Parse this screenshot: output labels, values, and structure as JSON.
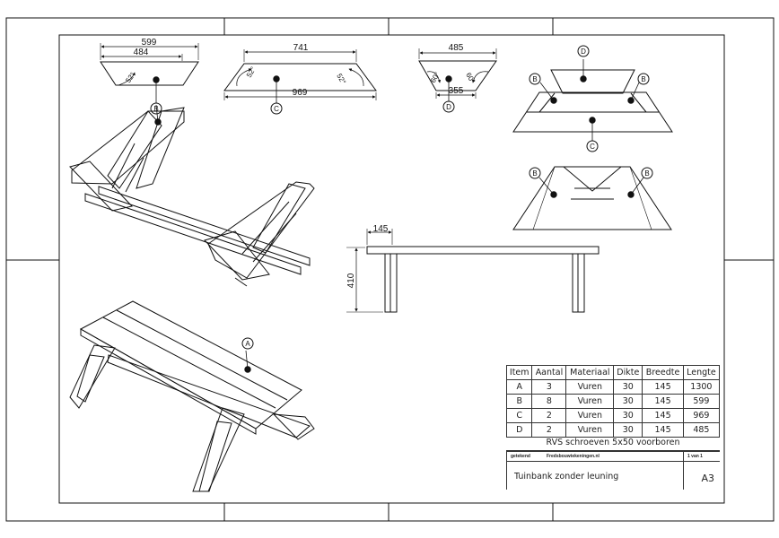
{
  "dimensions": {
    "bench_top_width": "599",
    "bench_top_inner": "484",
    "bench_top_angle": "52°",
    "leg_top": "741",
    "leg_bottom": "969",
    "leg_angle_left": "52°",
    "leg_angle_right": "52°",
    "brace_top": "485",
    "brace_bottom": "355",
    "brace_angle_left": "60°",
    "brace_angle_right": "60°",
    "seat_depth": "145",
    "seat_height": "410"
  },
  "callouts": {
    "b": "B",
    "c": "C",
    "d": "D",
    "a": "A"
  },
  "bom": {
    "headers": [
      "Item",
      "Aantal",
      "Materiaal",
      "Dikte",
      "Breedte",
      "Lengte"
    ],
    "rows": [
      [
        "A",
        "3",
        "Vuren",
        "30",
        "145",
        "1300"
      ],
      [
        "B",
        "8",
        "Vuren",
        "30",
        "145",
        "599"
      ],
      [
        "C",
        "2",
        "Vuren",
        "30",
        "145",
        "969"
      ],
      [
        "D",
        "2",
        "Vuren",
        "30",
        "145",
        "485"
      ]
    ],
    "note": "RVS schroeven 5x50 voorboren"
  },
  "title_block": {
    "drawn_label": "getekend",
    "website": "Fredsbouwtekeningen.nl",
    "sheet": "1 van 1",
    "title": "Tuinbank zonder leuning",
    "size": "A3"
  }
}
